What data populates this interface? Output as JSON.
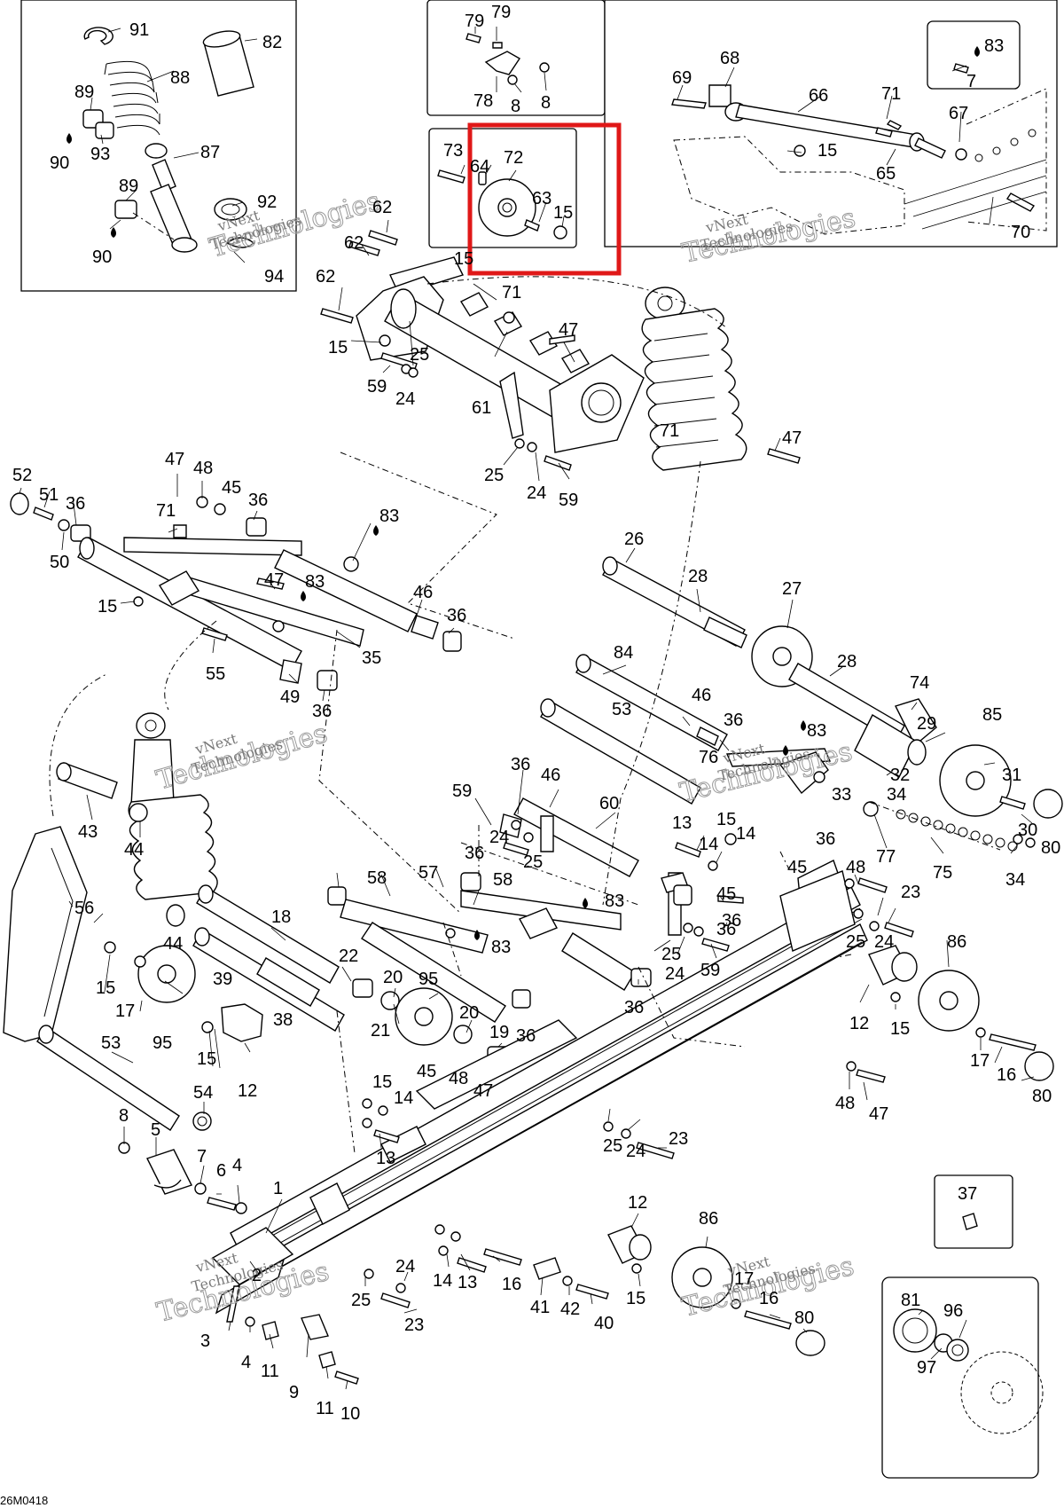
{
  "document": {
    "code": "26M0418"
  },
  "watermark": {
    "line1": "vNext",
    "line2": "Technologies",
    "big": "Technologies"
  },
  "highlight": {
    "color": "#e01818"
  },
  "labels": {
    "inset_shock": [
      "91",
      "82",
      "88",
      "89",
      "93",
      "87",
      "90",
      "89",
      "92",
      "90",
      "94"
    ],
    "inset_top": [
      "79",
      "79",
      "78",
      "8",
      "8"
    ],
    "inset_highlight": [
      "73",
      "64",
      "72",
      "63",
      "15"
    ],
    "inset_right": [
      "69",
      "68",
      "66",
      "71",
      "83",
      "7",
      "67",
      "15",
      "65",
      "70"
    ],
    "frame_upper": [
      "62",
      "62",
      "15",
      "62",
      "71",
      "47",
      "15",
      "25",
      "59",
      "24",
      "61",
      "71",
      "47",
      "25",
      "24",
      "59"
    ],
    "front_arm": [
      "52",
      "51",
      "36",
      "47",
      "48",
      "45",
      "36",
      "50",
      "71",
      "83",
      "15",
      "47",
      "83",
      "46",
      "36",
      "55",
      "35",
      "49",
      "36"
    ],
    "rear_axles": [
      "26",
      "28",
      "27",
      "84",
      "28",
      "74",
      "53",
      "46",
      "36",
      "83",
      "29",
      "85",
      "76",
      "32",
      "31",
      "33",
      "34",
      "30",
      "36",
      "80",
      "77",
      "75",
      "34"
    ],
    "rear_arm": [
      "36",
      "59",
      "46",
      "60",
      "24",
      "25",
      "36",
      "58",
      "57",
      "58",
      "13",
      "15",
      "14",
      "14",
      "45",
      "83",
      "36",
      "83",
      "45",
      "36",
      "25",
      "59",
      "24",
      "36"
    ],
    "idlers": [
      "43",
      "44",
      "18",
      "22",
      "20",
      "95",
      "44",
      "15",
      "17",
      "39",
      "95",
      "38",
      "21",
      "20",
      "19",
      "36",
      "56",
      "15",
      "12",
      "53",
      "54",
      "15",
      "14",
      "45",
      "48",
      "47"
    ],
    "slide": [
      "8",
      "5",
      "7",
      "6",
      "4",
      "13",
      "1",
      "2",
      "3",
      "4",
      "11",
      "9",
      "11",
      "10",
      "24",
      "14",
      "13",
      "16",
      "25",
      "23",
      "41",
      "42",
      "40",
      "25",
      "24",
      "23",
      "12",
      "86",
      "17",
      "16",
      "15",
      "80"
    ],
    "rear_right": [
      "48",
      "23",
      "25",
      "24",
      "86",
      "12",
      "15",
      "17",
      "16",
      "80",
      "48",
      "47",
      "37",
      "81",
      "96",
      "97"
    ],
    "symbols": {
      "lubricant_drop": "drop-icon"
    }
  }
}
